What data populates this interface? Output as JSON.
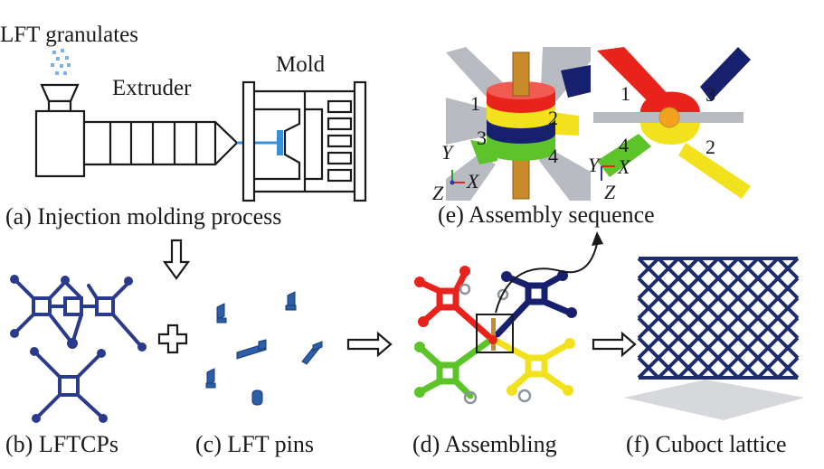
{
  "labels": {
    "lft_granulates": "LFT granulates",
    "extruder": "Extruder",
    "mold": "Mold",
    "panel_a": "(a) Injection molding process",
    "panel_b": "(b) LFTCPs",
    "panel_c": "(c) LFT pins",
    "panel_d": "(d) Assembling",
    "panel_e": "(e) Assembly sequence",
    "panel_f": "(f) Cuboct lattice"
  },
  "assembly_left": {
    "n1": "1",
    "n2": "2",
    "n3": "3",
    "n4": "4",
    "axis_y": "Y",
    "axis_x": "X",
    "axis_z": "Z"
  },
  "assembly_right": {
    "n1": "1",
    "n2": "2",
    "n3": "3",
    "n4": "4",
    "axis_y": "Y",
    "axis_x": "X",
    "axis_z": "Z"
  },
  "colors": {
    "red": "#e8231c",
    "yellow": "#f2e21e",
    "green": "#5cc428",
    "navy": "#17206e",
    "blue": "#2a3a9a",
    "pin": "#c98a2c",
    "grey": "#b8bcc2",
    "lattice": "#1c2c6e"
  }
}
